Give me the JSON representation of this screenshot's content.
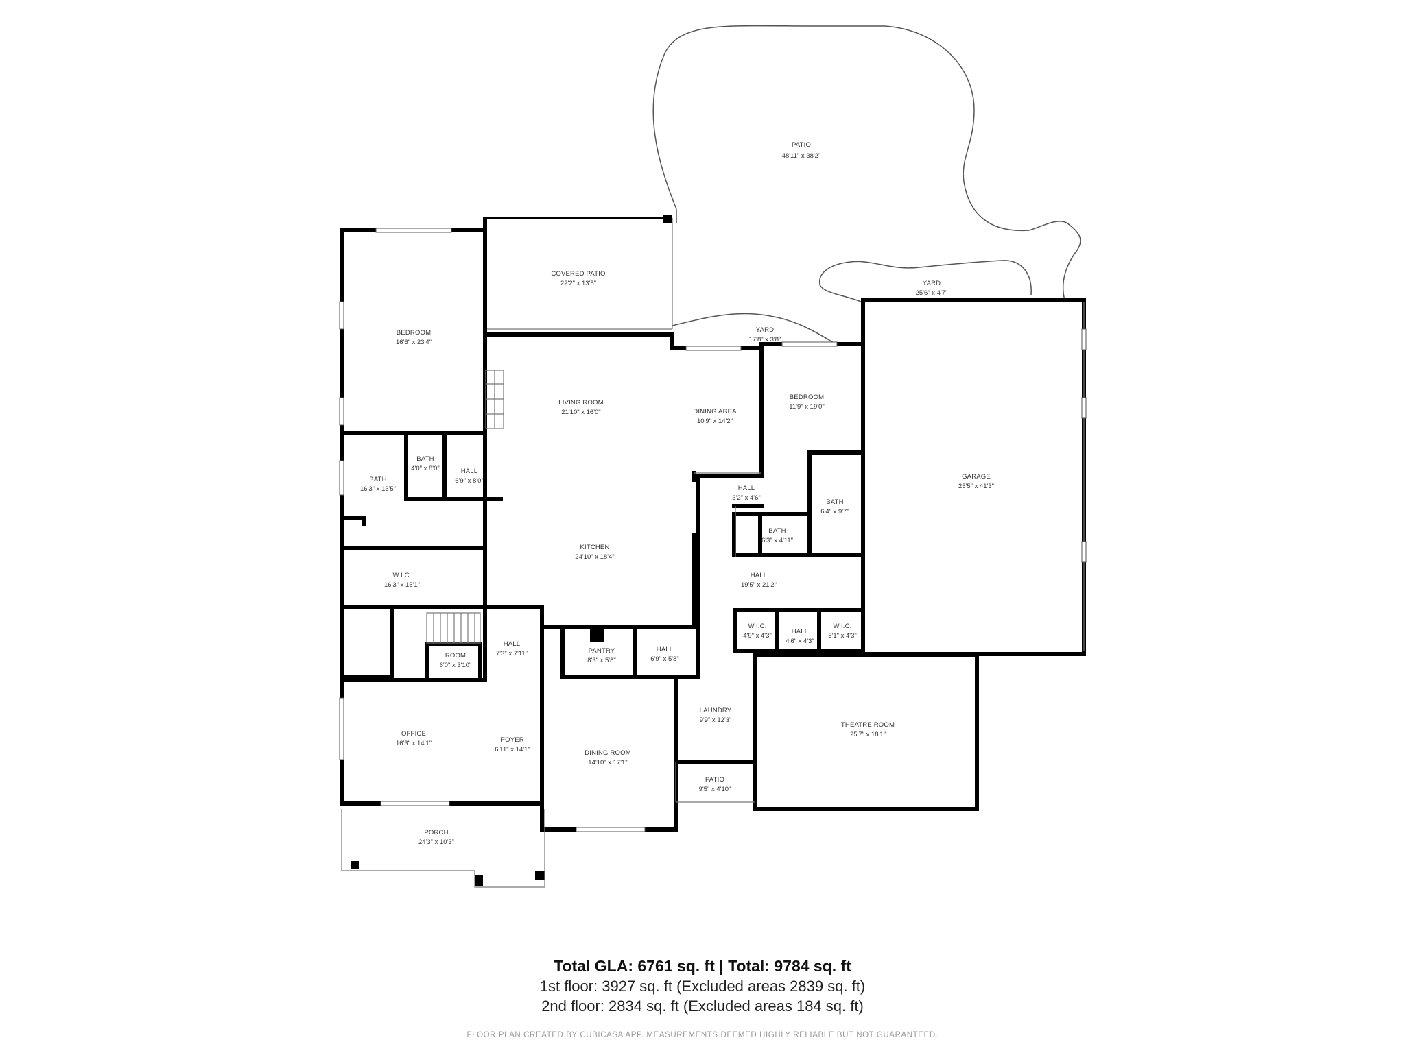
{
  "rooms": {
    "patio_large": {
      "name": "PATIO",
      "dims": "48'11\" x 38'2\""
    },
    "covered_patio": {
      "name": "COVERED PATIO",
      "dims": "22'2\" x 13'5\""
    },
    "yard_a": {
      "name": "YARD",
      "dims": "25'6\" x 4'7\""
    },
    "yard_b": {
      "name": "YARD",
      "dims": "17'8\" x 3'8\""
    },
    "bedroom_w": {
      "name": "BEDROOM",
      "dims": "16'6\" x 23'4\""
    },
    "living": {
      "name": "LIVING ROOM",
      "dims": "21'10\" x 16'0\""
    },
    "dining_area": {
      "name": "DINING AREA",
      "dims": "10'9\" x 14'2\""
    },
    "bedroom_e": {
      "name": "BEDROOM",
      "dims": "11'9\" x 19'0\""
    },
    "garage": {
      "name": "GARAGE",
      "dims": "25'5\" x 41'3\""
    },
    "bath_a": {
      "name": "BATH",
      "dims": "16'3\" x 13'5\""
    },
    "bath_b": {
      "name": "BATH",
      "dims": "4'0\" x 8'0\""
    },
    "hall_a": {
      "name": "HALL",
      "dims": "6'9\" x 8'0\""
    },
    "hall_b": {
      "name": "HALL",
      "dims": "3'2\" x 4'6\""
    },
    "bath_c": {
      "name": "BATH",
      "dims": "6'4\" x 9'7\""
    },
    "bath_d": {
      "name": "BATH",
      "dims": "6'3\" x 4'11\""
    },
    "kitchen": {
      "name": "KITCHEN",
      "dims": "24'10\" x 18'4\""
    },
    "wic_a": {
      "name": "W.I.C.",
      "dims": "16'3\" x 15'1\""
    },
    "hall_c": {
      "name": "HALL",
      "dims": "19'5\" x 21'2\""
    },
    "wic_b": {
      "name": "W.I.C.",
      "dims": "4'9\" x 4'3\""
    },
    "hall_d": {
      "name": "HALL",
      "dims": "4'6\" x 4'3\""
    },
    "wic_c": {
      "name": "W.I.C.",
      "dims": "5'1\" x 4'3\""
    },
    "hall_e": {
      "name": "HALL",
      "dims": "7'3\" x 7'11\""
    },
    "pantry": {
      "name": "PANTRY",
      "dims": "8'3\" x 5'8\""
    },
    "hall_f": {
      "name": "HALL",
      "dims": "6'9\" x 5'8\""
    },
    "room": {
      "name": "ROOM",
      "dims": "6'0\" x 3'10\""
    },
    "laundry": {
      "name": "LAUNDRY",
      "dims": "9'9\" x 12'3\""
    },
    "theatre": {
      "name": "THEATRE ROOM",
      "dims": "25'7\" x 18'1\""
    },
    "office": {
      "name": "OFFICE",
      "dims": "16'3\" x 14'1\""
    },
    "foyer": {
      "name": "FOYER",
      "dims": "6'11\" x 14'1\""
    },
    "dining_room": {
      "name": "DINING ROOM",
      "dims": "14'10\" x 17'1\""
    },
    "patio_small": {
      "name": "PATIO",
      "dims": "9'5\" x 4'10\""
    },
    "porch": {
      "name": "PORCH",
      "dims": "24'3\" x 10'3\""
    }
  },
  "summary": {
    "total": "Total GLA: 6761 sq. ft | Total: 9784 sq. ft",
    "first_floor": "1st floor: 3927 sq. ft (Excluded areas 2839 sq. ft)",
    "second_floor": "2nd floor: 2834 sq. ft (Excluded areas 184 sq. ft)",
    "footer": "FLOOR PLAN CREATED BY CUBICASA APP. MEASUREMENTS DEEMED HIGHLY RELIABLE BUT NOT GUARANTEED."
  }
}
